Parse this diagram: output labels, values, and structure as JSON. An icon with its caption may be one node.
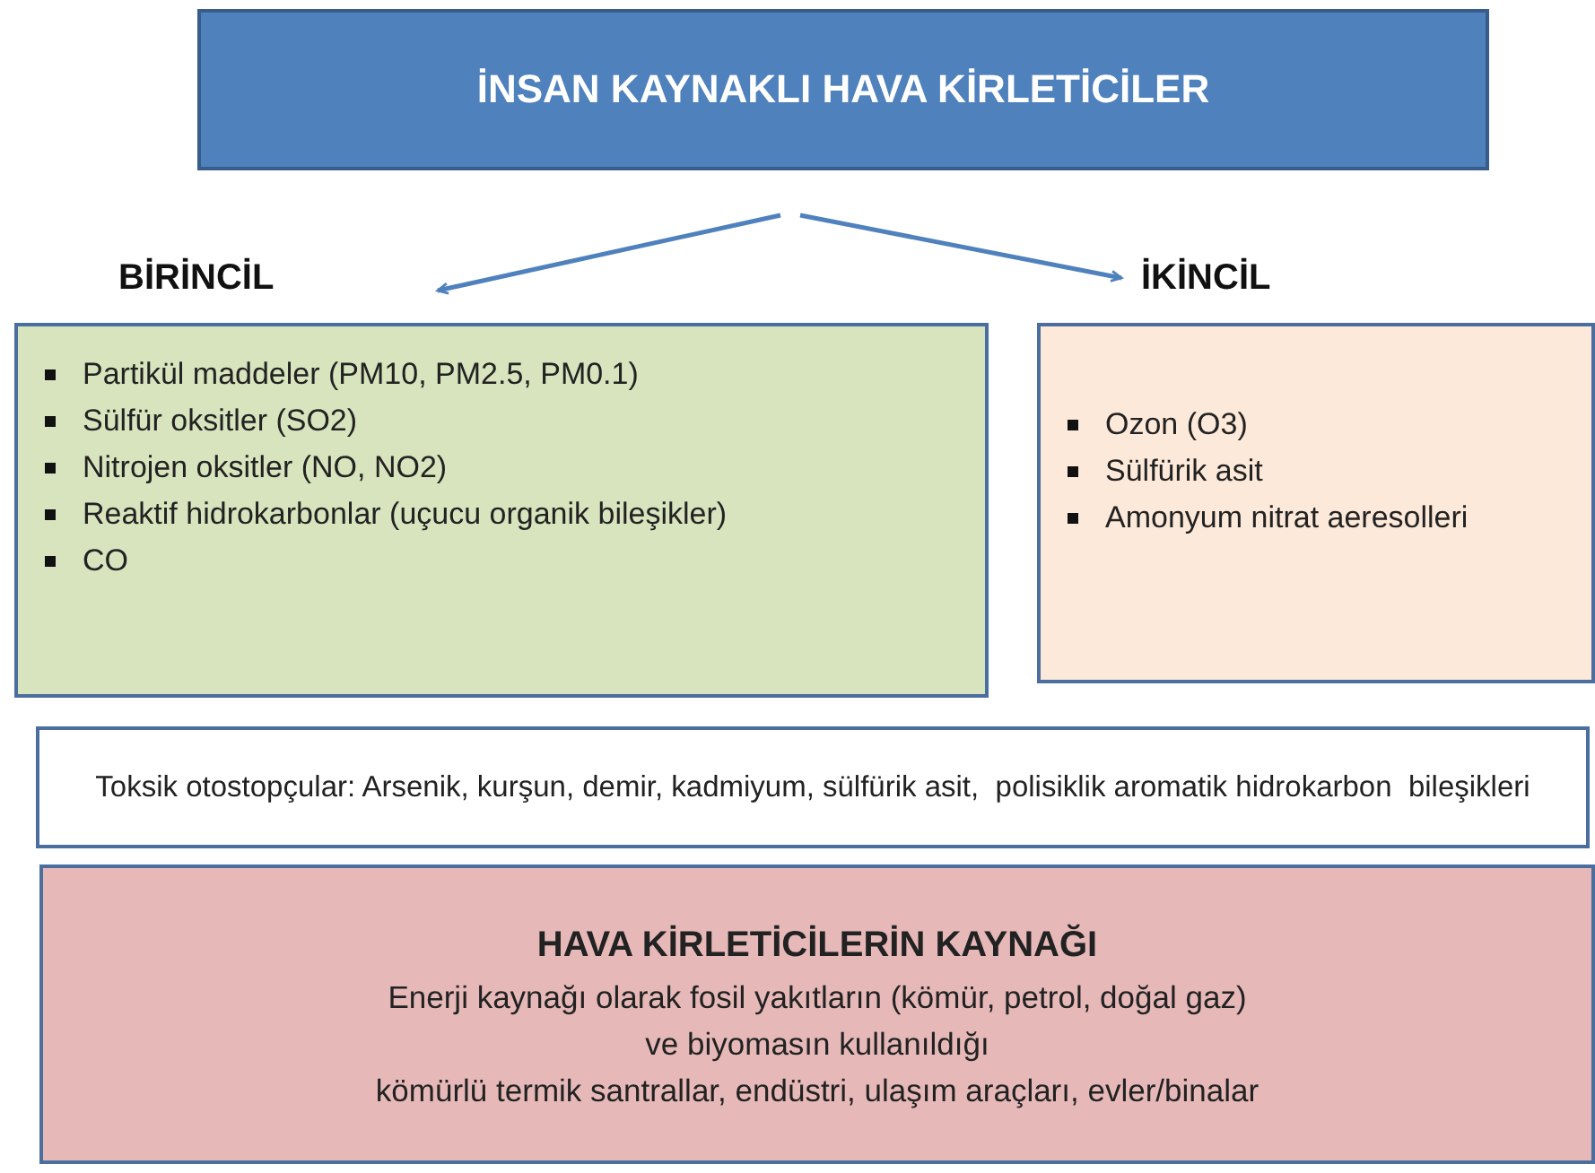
{
  "diagram": {
    "nodes": [
      {
        "text": [
          "İNSAN KAYNAKLI HAVA KİRLETİCİLER"
        ]
      },
      {
        "text": [
          "BİRİNCİL",
          "Partikül maddeler (PM10, PM2.5, PM0.1)",
          "Sülfür oksitler (SO2)",
          "Nitrojen oksitler (NO, NO2)",
          "Reaktif hidrokarbonlar (uçucu organik bileşikler)",
          "CO"
        ]
      },
      {
        "text": [
          "İKİNCİL",
          "Ozon (O3)",
          "Sülfürik asit",
          "Amonyum nitrat aeresolleri"
        ]
      },
      {
        "text": [
          "Toksik otostopçular: Arsenik, kurşun, demir, kadmiyum, sülfürik asit,  polisiklik aromatik hidrokarbon  bileşikleri"
        ]
      },
      {
        "text": [
          "HAVA KİRLETİCİLERİN KAYNAĞI",
          "Enerji kaynağı olarak fosil yakıtların (kömür, petrol, doğal gaz)",
          "ve biyomasın kullanıldığı",
          "kömürlü termik santrallar, endüstri, ulaşım araçları, evler/binalar"
        ]
      }
    ],
    "edges": [
      {
        "from": 0,
        "to": 1,
        "arrow": "to"
      },
      {
        "from": 0,
        "to": 2,
        "arrow": "to"
      }
    ]
  }
}
